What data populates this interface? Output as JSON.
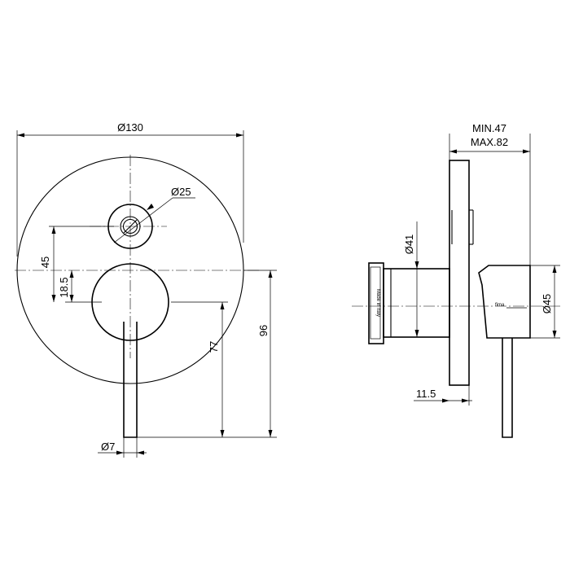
{
  "front_view": {
    "dimensions": {
      "plate_diameter": "Ø130",
      "diverter_diameter": "Ø25",
      "diverter_offset": "45",
      "diverter_inner_offset": "18.5",
      "lever_length": "77",
      "overall_height": "96",
      "lever_diameter": "Ø7"
    }
  },
  "side_view": {
    "dimensions": {
      "depth_min": "MIN.47",
      "depth_max": "MAX.82",
      "body_diameter": "Ø41",
      "handle_diameter": "Ø45",
      "plate_offset": "11.5"
    },
    "markings": {
      "made_in": "Made in Italy",
      "brand": "fima"
    }
  }
}
